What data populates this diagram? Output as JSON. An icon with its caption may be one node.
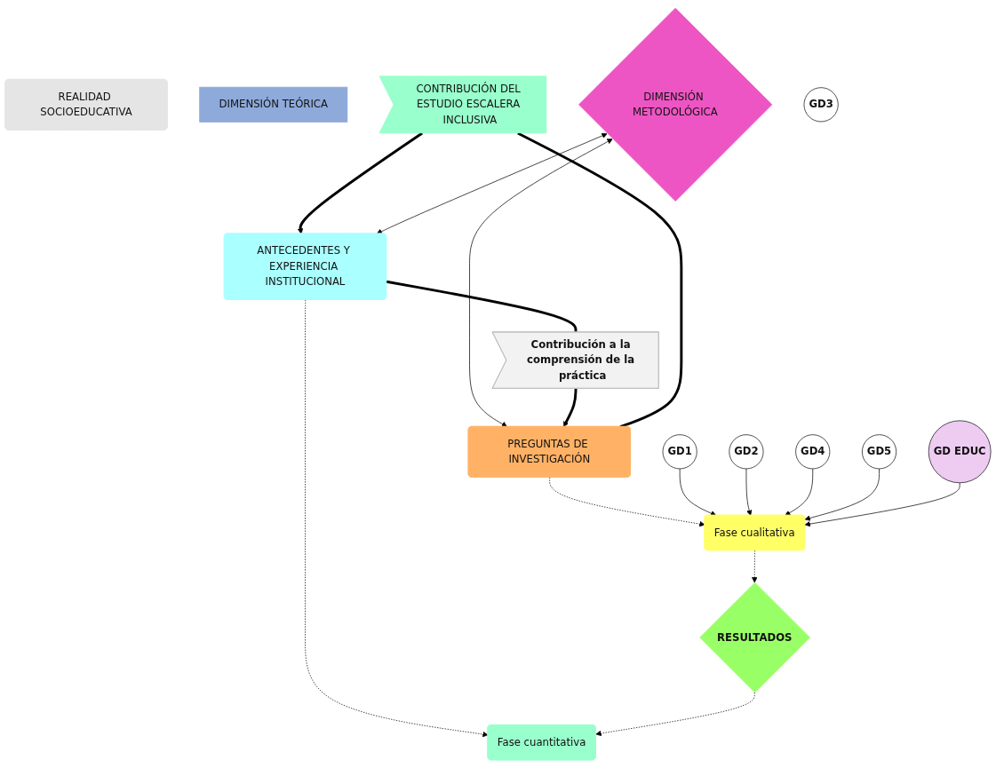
{
  "diagram": {
    "nodes": [
      {
        "text": [
          "REALIDAD SOCIOEDUCATIVA"
        ]
      },
      {
        "text": [
          "DIMENSIÓN TEÓRICA"
        ]
      },
      {
        "text": [
          "CONTRIBUCIÓN DEL ESTUDIO ESCALERA INCLUSIVA"
        ]
      },
      {
        "text": [
          "PREGUNTAS DE INVESTIGACIÓN"
        ]
      },
      {
        "text": [
          "DIMENSIÓN METODOLÓGICA"
        ]
      },
      {
        "text": [
          "ANTECEDENTES Y EXPERIENCIA INSTITUCIONAL"
        ]
      },
      {
        "text": [
          "Contribución a la comprensión de la práctica"
        ]
      },
      {
        "text": [
          "Fase cualitativa"
        ]
      },
      {
        "text": [
          "RESULTADOS"
        ]
      },
      {
        "text": [
          "Fase cuantitativa"
        ]
      },
      {
        "text": [
          "GD1"
        ]
      },
      {
        "text": [
          "GD2"
        ]
      },
      {
        "text": [
          "GD3"
        ]
      },
      {
        "text": [
          "GD4"
        ]
      },
      {
        "text": [
          "GD5"
        ]
      },
      {
        "text": [
          "GD EDUC"
        ]
      }
    ],
    "edges": [
      {
        "from": 3,
        "to": 2,
        "arrow": "none",
        "style": "thick"
      },
      {
        "from": 2,
        "to": 5,
        "arrow": "to",
        "style": "thick"
      },
      {
        "from": 4,
        "to": 3,
        "arrow": "both"
      },
      {
        "from": 4,
        "to": 5,
        "arrow": "both"
      },
      {
        "from": 5,
        "to": 6,
        "arrow": "none",
        "style": "thick"
      },
      {
        "from": 6,
        "to": 3,
        "arrow": "to",
        "style": "thick"
      },
      {
        "from": 3,
        "to": 7,
        "arrow": "to",
        "style": "dashed"
      },
      {
        "from": 5,
        "to": 9,
        "arrow": "to",
        "style": "dashed"
      },
      {
        "from": 7,
        "to": 8,
        "arrow": "to",
        "style": "dashed"
      },
      {
        "from": 8,
        "to": 9,
        "arrow": "to",
        "style": "dashed"
      },
      {
        "from": 10,
        "to": 7,
        "arrow": "to"
      },
      {
        "from": 11,
        "to": 7,
        "arrow": "to"
      },
      {
        "from": 13,
        "to": 7,
        "arrow": "to"
      },
      {
        "from": 14,
        "to": 7,
        "arrow": "to"
      },
      {
        "from": 15,
        "to": 7,
        "arrow": "to"
      }
    ]
  }
}
